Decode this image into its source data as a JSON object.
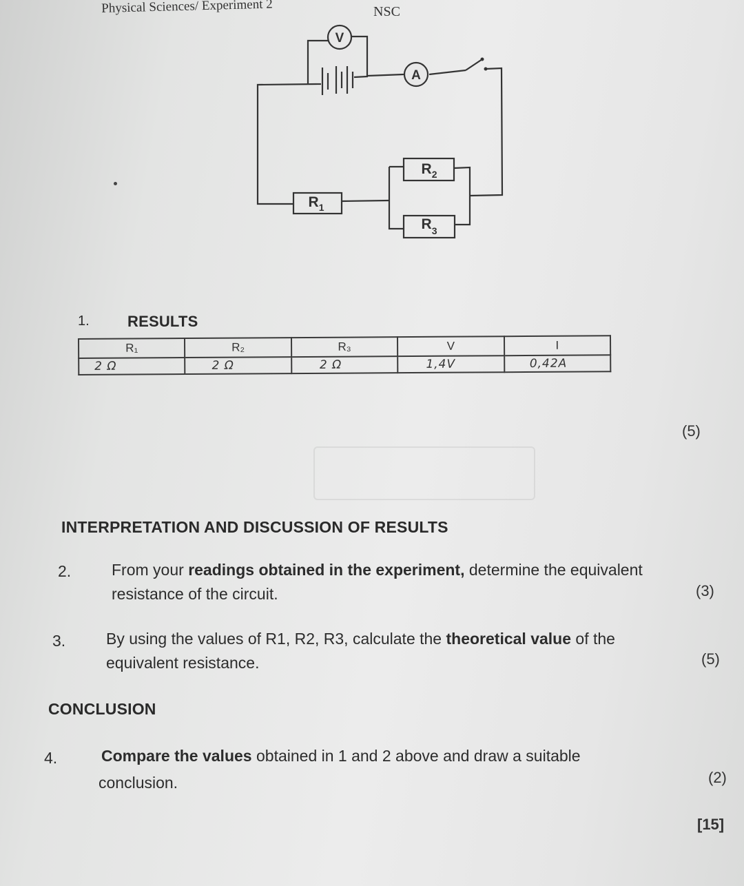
{
  "header": {
    "left": "Physical Sciences/ Experiment 2",
    "right": "NSC"
  },
  "circuit": {
    "voltmeter_label": "V",
    "ammeter_label": "A",
    "resistors": [
      {
        "label": "R",
        "sub": "1"
      },
      {
        "label": "R",
        "sub": "2"
      },
      {
        "label": "R",
        "sub": "3"
      }
    ]
  },
  "results": {
    "number": "1.",
    "title": "RESULTS",
    "columns": [
      "R₁",
      "R₂",
      "R₃",
      "V",
      "I"
    ],
    "values": [
      "2 Ω",
      "2 Ω",
      "2 Ω",
      "1,4V",
      "0,42A"
    ],
    "marks": "(5)"
  },
  "interpretation": {
    "title": "INTERPRETATION AND DISCUSSION OF RESULTS",
    "questions": [
      {
        "number": "2.",
        "line1_pre": "From your ",
        "line1_bold": "readings obtained in the experiment,",
        "line1_post": " determine the equivalent",
        "line2": "resistance of the circuit.",
        "marks": "(3)"
      },
      {
        "number": "3.",
        "line1_pre": "By using the values of R1, R2, R3, calculate the ",
        "line1_bold": "theoretical value",
        "line1_post": " of the",
        "line2": "equivalent resistance.",
        "marks": "(5)"
      }
    ]
  },
  "conclusion": {
    "title": "CONCLUSION",
    "question": {
      "number": "4.",
      "line1_bold": "Compare the values",
      "line1_post": " obtained in 1 and 2 above and draw a suitable",
      "line2": "conclusion.",
      "marks": "(2)"
    }
  },
  "total": "[15]"
}
